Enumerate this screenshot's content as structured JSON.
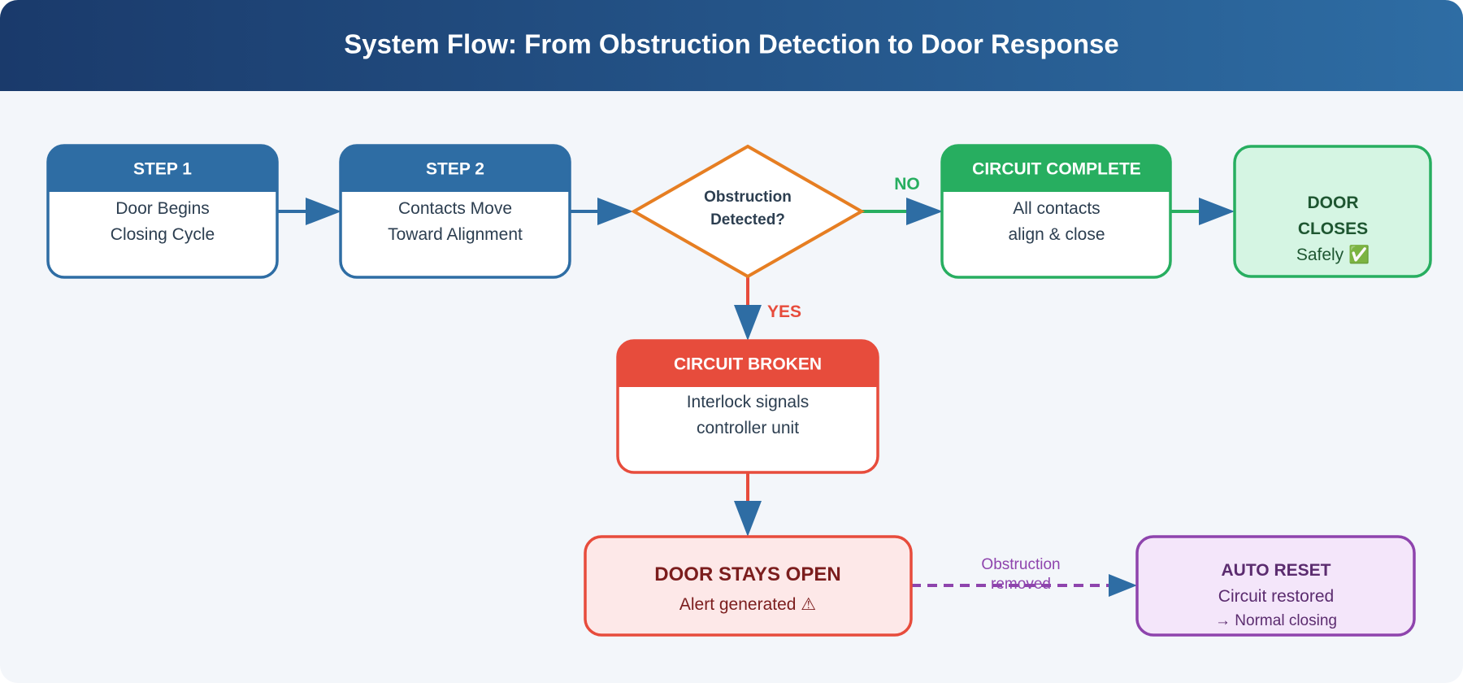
{
  "header": {
    "title": "System Flow: From Obstruction Detection to Door Response"
  },
  "colors": {
    "header_dark": "#1a3a6b",
    "header_light": "#2e6da4",
    "canvas": "#f3f6fa",
    "step_blue": "#2e6da4",
    "decision_orange": "#e67e22",
    "success_green": "#27ae60",
    "success_fill": "#d5f5e3",
    "danger_red": "#e74c3c",
    "danger_fill": "#fde8e8",
    "reset_purple": "#8e44ad",
    "reset_fill": "#f4e6fa",
    "arrow_blue": "#2e6da4"
  },
  "nodes": {
    "step1": {
      "header": "STEP 1",
      "line1": "Door Begins",
      "line2": "Closing Cycle"
    },
    "step2": {
      "header": "STEP 2",
      "line1": "Contacts Move",
      "line2": "Toward Alignment"
    },
    "decision": {
      "line1": "Obstruction",
      "line2": "Detected?"
    },
    "circuit_complete": {
      "header": "CIRCUIT COMPLETE",
      "line1": "All contacts",
      "line2": "align & close"
    },
    "door_closes": {
      "line1": "DOOR",
      "line2": "CLOSES",
      "line3": "Safely ✅"
    },
    "circuit_broken": {
      "header": "CIRCUIT BROKEN",
      "line1": "Interlock signals",
      "line2": "controller unit"
    },
    "door_stays_open": {
      "title": "DOOR STAYS OPEN",
      "subtitle": "Alert generated ⚠"
    },
    "auto_reset": {
      "title": "AUTO RESET",
      "line1": "Circuit restored",
      "line2": "→ Normal closing"
    }
  },
  "edges": {
    "no_label": "NO",
    "yes_label": "YES",
    "reset_label_line1": "Obstruction",
    "reset_label_line2": "removed"
  }
}
